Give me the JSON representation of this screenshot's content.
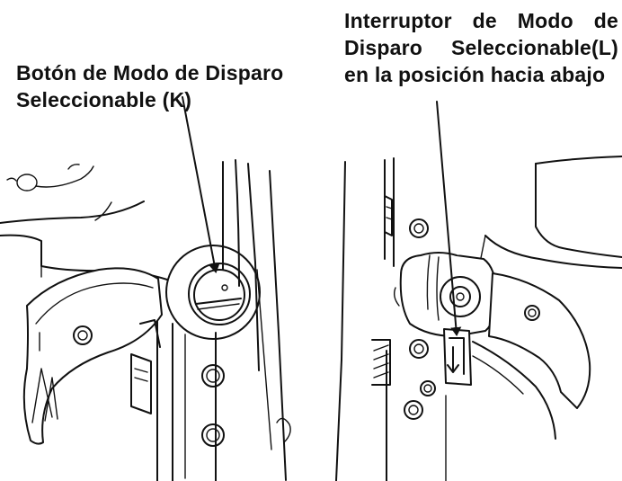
{
  "callouts": {
    "button_k": {
      "line1": "Botón de Modo de Disparo",
      "line2": "Seleccionable (K)"
    },
    "switch_l": {
      "line1": "Interruptor de Modo de",
      "line2": "Disparo Seleccionable(L)",
      "line3": "en la posición hacia abajo"
    }
  },
  "colors": {
    "ink": "#111111",
    "background": "#ffffff"
  }
}
